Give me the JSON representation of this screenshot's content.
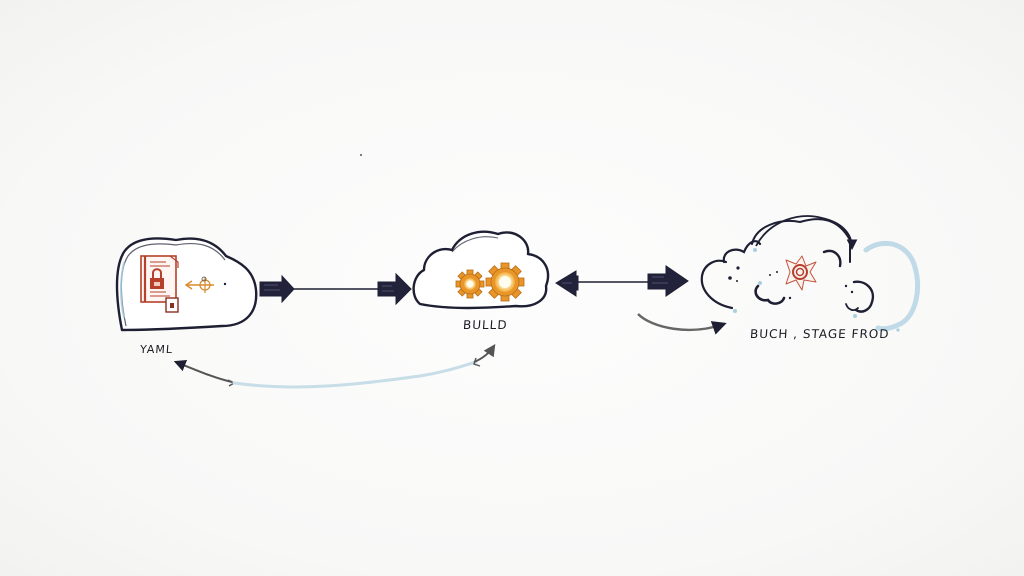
{
  "diagram": {
    "type": "hand-drawn pipeline sketch",
    "colors": {
      "ink": "#1e1f33",
      "arrow_fill": "#22233a",
      "document_red": "#b5412d",
      "gear_orange": "#e8962a",
      "gear_glow": "#fde6a6",
      "feedback_gray": "#6f6f6f",
      "feedback_blue": "#b9d6e4",
      "accent_blue": "#a9cfe0",
      "background": "#fbfbfa"
    },
    "nodes": [
      {
        "id": "yaml",
        "label": "YAML",
        "shape": "cloud",
        "icons": [
          "locked-document-icon",
          "small-document-icon",
          "crosshair-target-icon",
          "left-arrow-icon"
        ]
      },
      {
        "id": "build",
        "label": "BULLD",
        "shape": "cloud",
        "icons": [
          "gear-icon",
          "gear-icon"
        ]
      },
      {
        "id": "deploy",
        "label": "BUCH , STAGE FROD",
        "shape": "dotted-cloud",
        "icons": [
          "burst-target-icon"
        ]
      }
    ],
    "edges": [
      {
        "from": "yaml",
        "to": "build",
        "style": "thick-arrow-line-thick-arrow",
        "direction": "forward"
      },
      {
        "from": "build",
        "to": "deploy",
        "style": "bidirectional-thick-arrows",
        "direction": "both"
      },
      {
        "from": "yaml",
        "to": "build",
        "style": "curved-feedback",
        "direction": "both"
      },
      {
        "from": "left-of-deploy",
        "to": "deploy",
        "style": "curved-gray",
        "direction": "forward"
      },
      {
        "from": "deploy-top",
        "to": "deploy-right",
        "style": "curved-loop",
        "direction": "forward"
      }
    ]
  }
}
